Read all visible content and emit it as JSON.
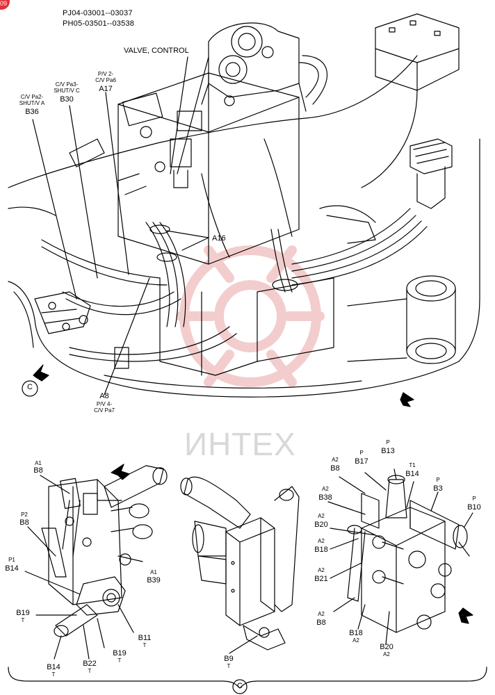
{
  "page_badge": "09",
  "header": {
    "serial_line_1": "PJ04-03001--03037",
    "serial_line_2": "PH05-03501--03538"
  },
  "watermark": "ИНТЕХ",
  "colors": {
    "watermark_logo": "#f2c8c8",
    "watermark_text": "#d8d8d8",
    "badge": "#e3303a"
  },
  "main_view": {
    "valve_control": "VALVE, CONTROL",
    "a16": "A16",
    "c_marker": "C",
    "b36": {
      "l1": "C/V Pa2-",
      "l2": "SHUT/V A",
      "code": "B36"
    },
    "b30": {
      "l1": "C/V Pa3-",
      "l2": "SHUT/V C",
      "code": "B30"
    },
    "a17": {
      "l1": "P/V 2-",
      "l2": "C/V Pa6",
      "code": "A17"
    },
    "a8": {
      "code": "A8",
      "l1": "P/V 4-",
      "l2": "C/V Pa7"
    }
  },
  "detail_left": {
    "b8_a1": {
      "tag": "A1",
      "code": "B8"
    },
    "b8_p2": {
      "tag": "P2",
      "code": "B8"
    },
    "b14_p1": {
      "tag": "P1",
      "code": "B14"
    },
    "b39": {
      "tag": "A1",
      "code": "B39"
    },
    "b19_left": {
      "code": "B19",
      "tag": "T"
    },
    "b11": {
      "code": "B11",
      "tag": "T"
    },
    "b19_bottom": {
      "code": "B19",
      "tag": "T"
    },
    "b22": {
      "code": "B22",
      "tag": "T"
    },
    "b14_bottom": {
      "code": "B14",
      "tag": "T"
    }
  },
  "detail_middle": {
    "b9": {
      "code": "B9",
      "tag": "T"
    }
  },
  "detail_right": {
    "b13": {
      "tag": "P",
      "code": "B13"
    },
    "b17": {
      "tag": "P",
      "code": "B17"
    },
    "b8_top": {
      "tag": "A2",
      "code": "B8"
    },
    "b14": {
      "tag": "T1",
      "code": "B14"
    },
    "b3": {
      "tag": "P",
      "code": "B3"
    },
    "b38": {
      "tag": "A2",
      "code": "B38"
    },
    "b10": {
      "tag": "P",
      "code": "B10"
    },
    "b20_left": {
      "tag": "A2",
      "code": "B20"
    },
    "b18_left": {
      "tag": "A2",
      "code": "B18"
    },
    "b21": {
      "tag": "A2",
      "code": "B21"
    },
    "b8_bottom": {
      "tag": "A2",
      "code": "B8"
    },
    "b18_bottom": {
      "code": "B18",
      "tag": "A2"
    },
    "b20_bottom": {
      "code": "B20",
      "tag": "A2"
    }
  },
  "footer": {
    "c_marker": "C"
  }
}
